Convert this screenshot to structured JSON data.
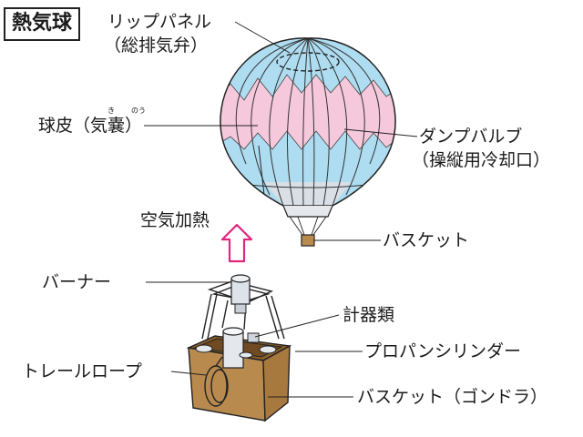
{
  "title": "熱気球",
  "colors": {
    "envelope_blue": "#aedcf0",
    "envelope_pink": "#f6c8dc",
    "basket_brown": "#b88a4e",
    "arrow_magenta": "#e0267e",
    "outline": "#222222"
  },
  "labels": {
    "rip_panel": "リップパネル",
    "rip_panel_note": "（総排気弁）",
    "envelope": "球皮（気嚢）",
    "envelope_ruby_1": "き",
    "envelope_ruby_2": "のう",
    "dump_valve": "ダンプバルブ",
    "dump_valve_note": "（操縦用冷却口）",
    "hot_air": "空気加熱",
    "basket_small": "バスケット",
    "burner": "バーナー",
    "instruments": "計器類",
    "propane_cylinder": "プロパンシリンダー",
    "trail_rope": "トレールロープ",
    "basket_gondola": "バスケット（ゴンドラ）"
  }
}
